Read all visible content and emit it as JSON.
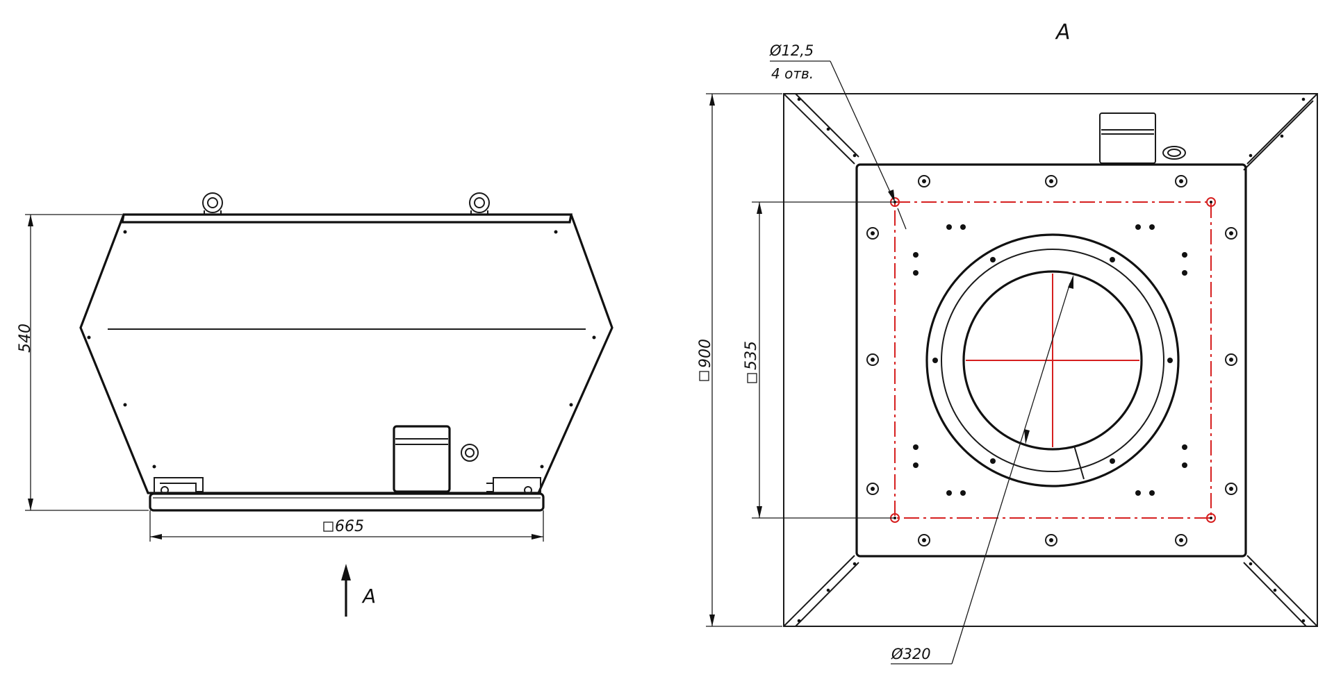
{
  "side_view": {
    "height_dim": "540",
    "width_dim": "665",
    "view_marker": "A"
  },
  "top_view": {
    "view_title": "A",
    "hole_diameter": "Ø12,5",
    "hole_count": "4 отв.",
    "outer_square_dim": "900",
    "bolt_square_dim": "535",
    "outlet_diameter": "Ø320"
  }
}
